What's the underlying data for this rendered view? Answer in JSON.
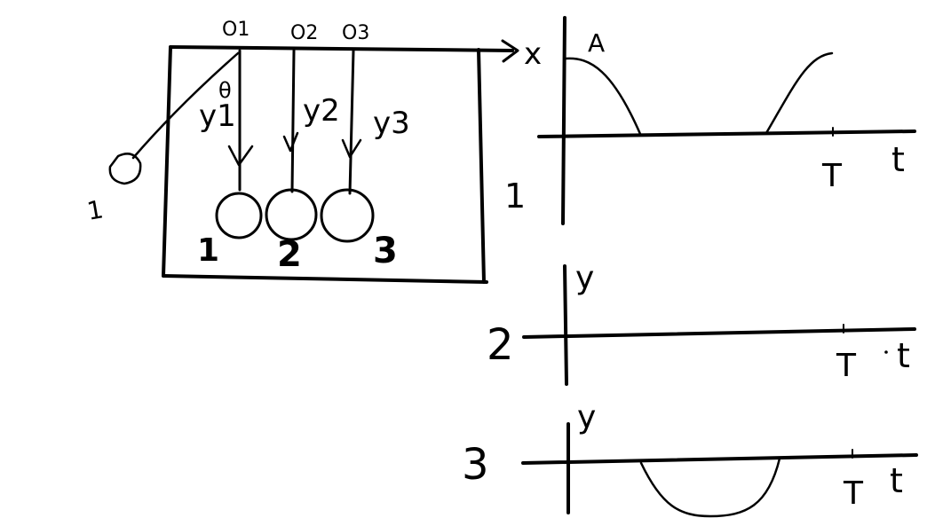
{
  "diagram": {
    "pivots": [
      "O1",
      "O2",
      "O3"
    ],
    "x_axis_label": "x",
    "angle_label": "θ",
    "string_labels": [
      "y1",
      "y2",
      "y3"
    ],
    "ball_numbers": [
      "1",
      "2",
      "3"
    ],
    "displaced_ball_label": "1"
  },
  "graphs": [
    {
      "row_label": "1",
      "y_label": "A",
      "t_label": "t",
      "period_label": "T"
    },
    {
      "row_label": "2",
      "y_label": "y",
      "t_label": "t",
      "period_label": "T"
    },
    {
      "row_label": "3",
      "y_label": "y",
      "t_label": "t",
      "period_label": "T"
    }
  ]
}
